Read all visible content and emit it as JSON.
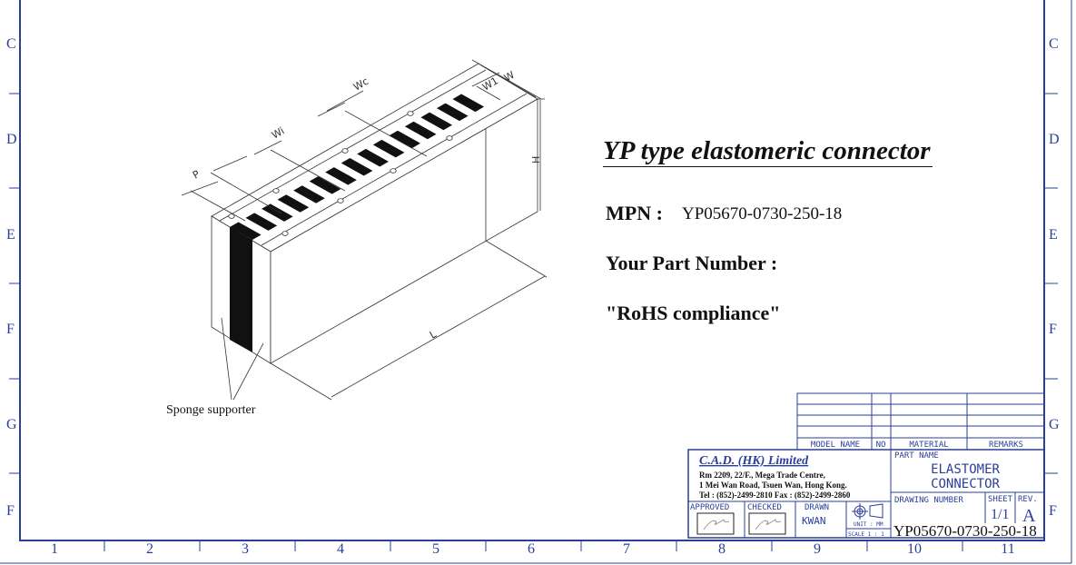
{
  "drawing": {
    "title": "YP type elastomeric connector",
    "mpn_label": "MPN :",
    "mpn_value": "YP05670-0730-250-18",
    "your_part_label": "Your Part Number :",
    "rohs": "\"RoHS compliance\"",
    "callout": "Sponge supporter",
    "dims": {
      "p": "P",
      "wi": "Wi",
      "wc": "Wc",
      "w1": "W1",
      "w": "W",
      "h": "H",
      "l": "L"
    }
  },
  "border": {
    "rows": [
      "C",
      "D",
      "E",
      "F",
      "G",
      "F"
    ],
    "columns": [
      "1",
      "2",
      "3",
      "4",
      "5",
      "6",
      "7",
      "8",
      "9",
      "10",
      "11"
    ]
  },
  "title_block": {
    "bom_headers": [
      "MODEL NAME",
      "NO",
      "MATERIAL",
      "REMARKS"
    ],
    "company": "C.A.D. (HK) Limited",
    "address1": "Rm 2209, 22/F., Mega Trade Centre,",
    "address2": "1 Mei Wan Road, Tsuen Wan, Hong Kong.",
    "contact": "Tel : (852)-2499-2810 Fax : (852)-2499-2860",
    "part_name_label": "PART NAME",
    "part_name_1": "ELASTOMER",
    "part_name_2": "CONNECTOR",
    "drawing_number_label": "DRAWING NUMBER",
    "drawing_number": "YP05670-0730-250-18",
    "sheet_label": "SHEET",
    "sheet_value": "1/1",
    "rev_label": "REV.",
    "rev_value": "A",
    "approved_label": "APPROVED",
    "checked_label": "CHECKED",
    "drawn_label": "DRAWN",
    "drawn_value": "KWAN",
    "unit_label": "UNIT : MM",
    "scale_label": "SCALE  1 : 1"
  },
  "colors": {
    "frame": "#2a3f9a",
    "ink": "#111111"
  }
}
